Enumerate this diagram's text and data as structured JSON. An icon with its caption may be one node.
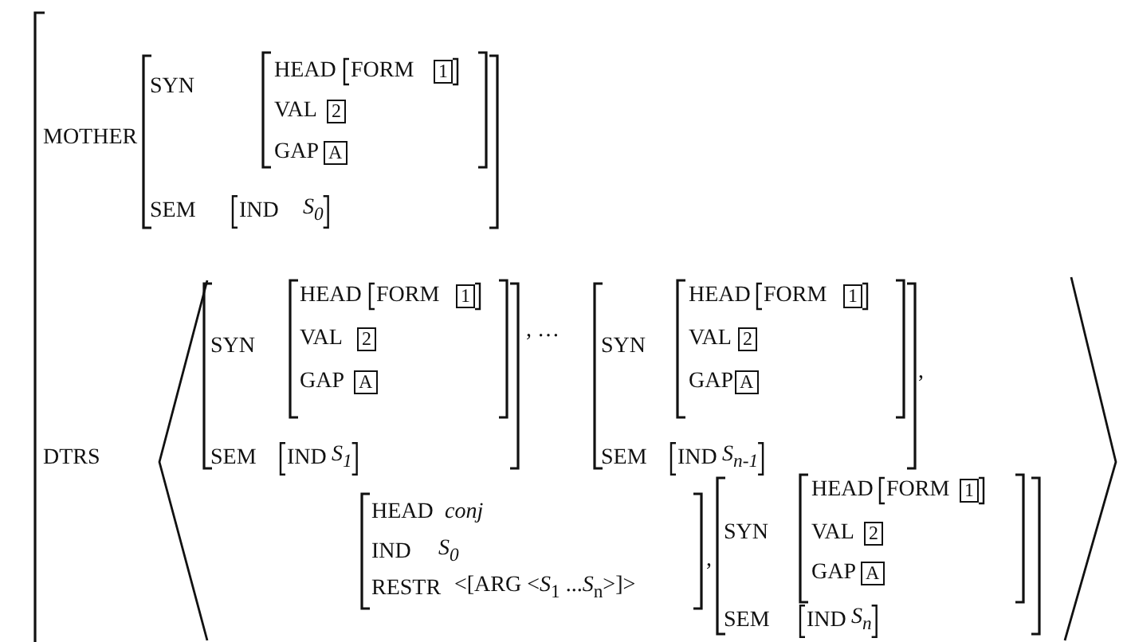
{
  "diagram": {
    "labels": [
      "MOTHER",
      "SYN",
      "HEAD",
      "FORM",
      "1",
      "VAL",
      "2",
      "GAP",
      "A",
      "SEM",
      "IND",
      "S$_{0}$",
      "DTRS",
      "SYN",
      "HEAD",
      "FORM",
      "1",
      "VAL",
      "2",
      "GAP",
      "A",
      "SEM",
      "IND",
      "S$_{1}$",
      ", …",
      "SYN",
      "HEAD",
      "FORM",
      "1",
      "VAL",
      "2",
      "GAP",
      "A",
      "SEM",
      "IND",
      "S$_{n-1}$",
      ",",
      "HEAD",
      "conj",
      "IND",
      "S$_{0}$",
      "RESTR",
      "<[ARG <*S*$_{1}$ ...*S*$_{n}$>]>",
      ",",
      "SYN",
      "HEAD",
      "FORM",
      "1",
      "VAL",
      "2",
      "GAP",
      "A",
      "SEM",
      "IND",
      "S$_{n}$"
    ]
  }
}
